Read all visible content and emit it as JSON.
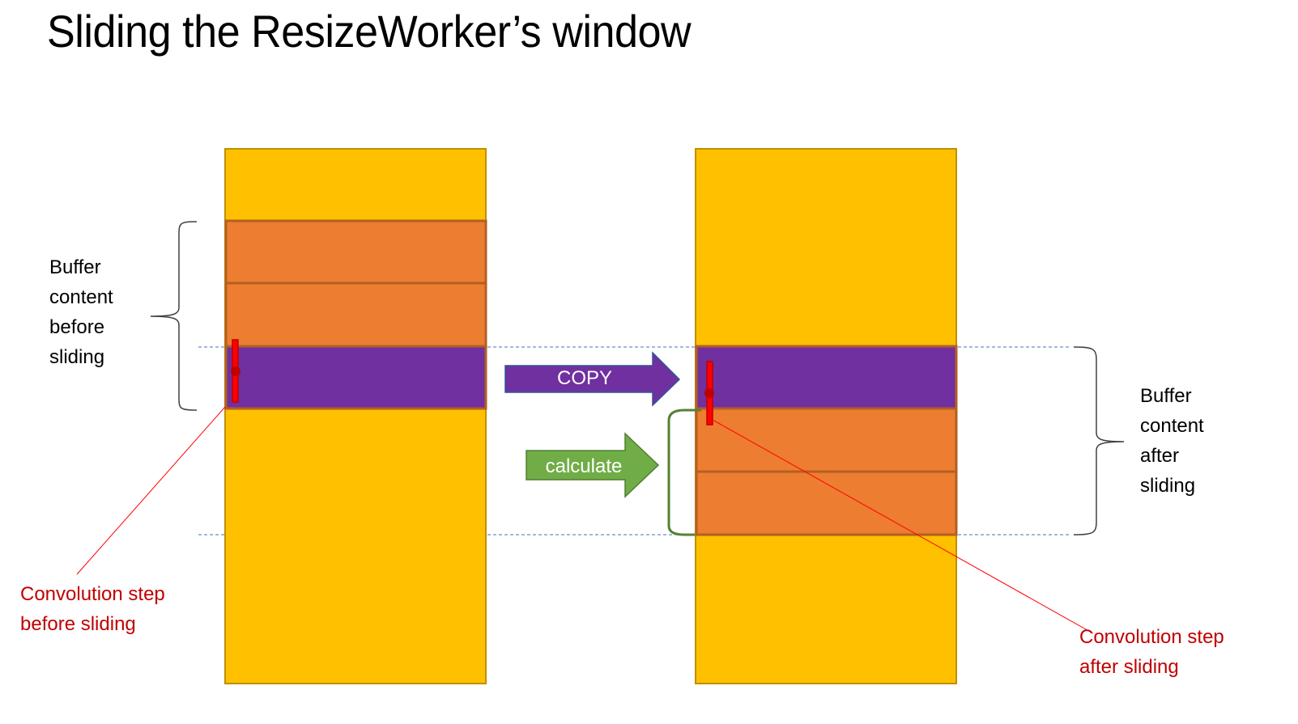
{
  "title": "Sliding the ResizeWorker’s window",
  "colors": {
    "buffer": "#FFC000",
    "buffer_border": "#BF9000",
    "row_orange": "#ED7D31",
    "row_border": "#B45F22",
    "row_purple": "#7030A0",
    "copy_arrow": "#7030A0",
    "copy_arrow_border": "#2F5597",
    "calc_arrow": "#70AD47",
    "calc_arrow_border": "#507E32",
    "convolution_marker": "#FF0000",
    "annotation_text": "#C00000",
    "guide_line": "#4472C4"
  },
  "left_panel": {
    "brace_label": [
      "Buffer",
      "content",
      "before",
      "sliding"
    ],
    "rows": [
      "orange",
      "orange",
      "purple"
    ],
    "callout": [
      "Convolution step",
      "before sliding"
    ]
  },
  "right_panel": {
    "brace_label": [
      "Buffer",
      "content",
      "after",
      "sliding"
    ],
    "rows": [
      "purple",
      "orange",
      "orange"
    ],
    "callout": [
      "Convolution step",
      "after sliding"
    ]
  },
  "arrows": {
    "copy_label": "COPY",
    "calculate_label": "calculate"
  }
}
